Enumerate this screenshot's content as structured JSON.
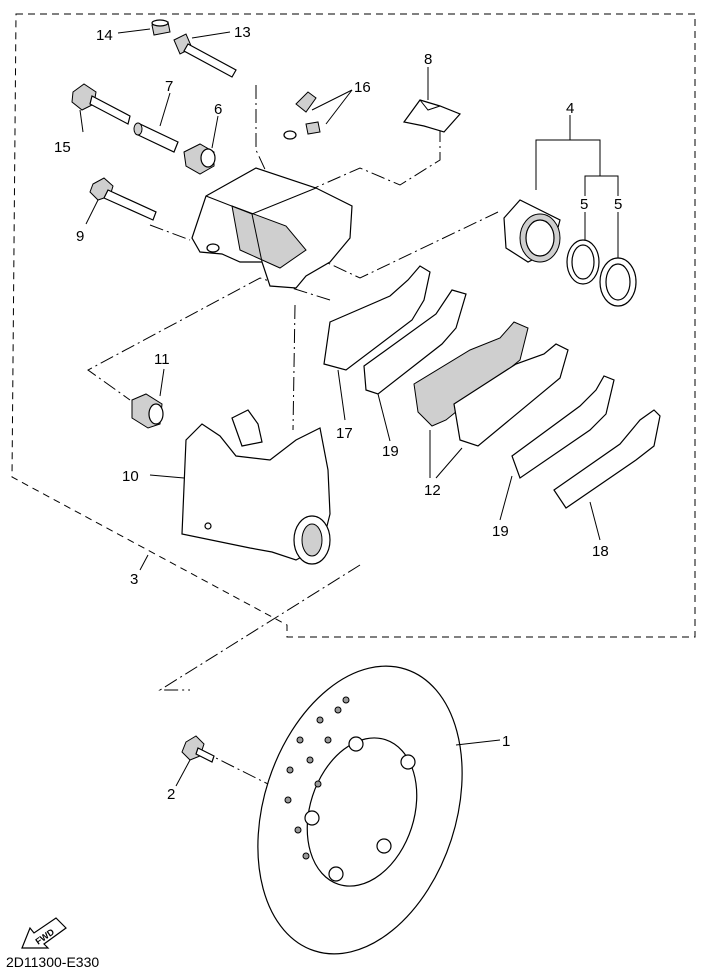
{
  "callouts": {
    "c1": "1",
    "c2": "2",
    "c3": "3",
    "c4": "4",
    "c5a": "5",
    "c5b": "5",
    "c6": "6",
    "c7": "7",
    "c8": "8",
    "c9": "9",
    "c10": "10",
    "c11": "11",
    "c12": "12",
    "c13": "13",
    "c14": "14",
    "c15": "15",
    "c16": "16",
    "c17": "17",
    "c18": "18",
    "c19a": "19",
    "c19b": "19"
  },
  "diagram_code": "2D11300-E330",
  "fwd_label": "FWD"
}
